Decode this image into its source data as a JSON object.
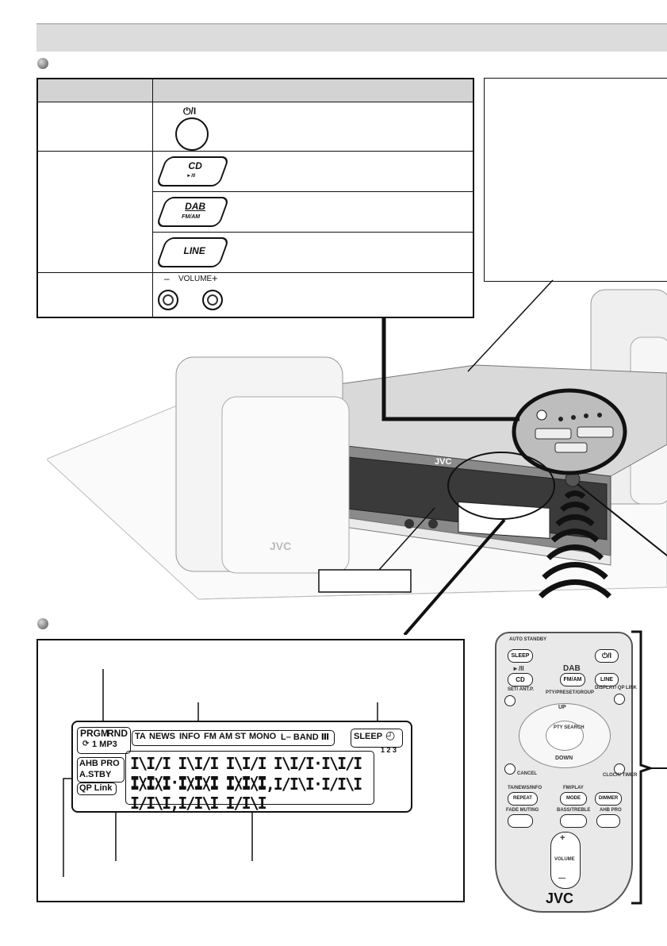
{
  "power_button": {
    "symbol": "⏻/I"
  },
  "source_buttons": [
    {
      "label": "CD",
      "sub": "►/II"
    },
    {
      "label": "DAB",
      "sub": "FM/AM"
    },
    {
      "label": "LINE",
      "sub": ""
    }
  ],
  "volume_control": {
    "minus": "–",
    "label": "VOLUME",
    "plus": "+"
  },
  "lcd": {
    "prgm": "PRGM",
    "rnd": "RND",
    "repeat": "1 MP3",
    "ta": "TA",
    "news": "NEWS",
    "info": "INFO",
    "fm": "FM",
    "am": "AM",
    "st": "ST",
    "mono": "MONO",
    "lband": "L– BAND Ⅲ",
    "sleep": "SLEEP",
    "timer": "1 2 3",
    "ahbpro": "AHB PRO",
    "astby": "A.STBY",
    "qplink": "QP Link"
  },
  "unit": {
    "brand": "JVC",
    "speaker_brand": "JVC"
  },
  "remote": {
    "brand": "JVC",
    "labels": {
      "auto_standby": "AUTO STANDBY",
      "sleep": "SLEEP",
      "power": "⏻/I",
      "play_pause": "►/II",
      "dab": "DAB",
      "cd": "CD",
      "fmam": "FM/AM",
      "line": "LINE",
      "set": "SET/ ANT.P.",
      "pty": "PTY/PRESET/GROUP",
      "display": "DISPLAY/ QP LINK",
      "up": "UP",
      "down": "DOWN",
      "pty_search": "PTY SEARCH",
      "cancel": "CANCEL",
      "clock": "CLOCK/ TIMER",
      "ta_news": "TA/NEWS/INFO",
      "repeat": "REPEAT",
      "fmplay": "FM/PLAY",
      "mode": "MODE",
      "dimmer": "DIMMER",
      "fade_muting": "FADE MUTING",
      "bass_treble": "BASS/TREBLE",
      "ahb_pro": "AHB PRO",
      "volume": "VOLUME",
      "vol_plus": "+",
      "vol_minus": "—"
    }
  },
  "colors": {
    "header": "#dcdcdc",
    "table_head": "#d3d3d3",
    "ink": "#111111"
  }
}
